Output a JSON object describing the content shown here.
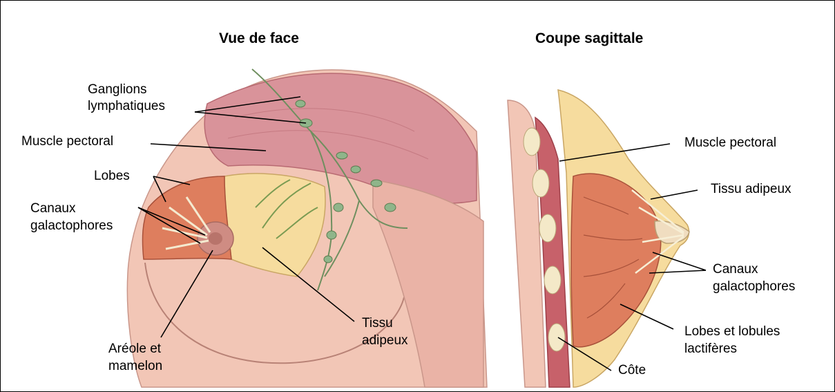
{
  "front_view": {
    "title": "Vue de face",
    "labels": {
      "ganglions_line1": "Ganglions",
      "ganglions_line2": "lymphatiques",
      "muscle": "Muscle pectoral",
      "lobes": "Lobes",
      "canaux_line1": "Canaux",
      "canaux_line2": "galactophores",
      "areole_line1": "Aréole et",
      "areole_line2": "mamelon",
      "tissu_line1": "Tissu",
      "tissu_line2": "adipeux"
    }
  },
  "sagittal_view": {
    "title": "Coupe sagittale",
    "labels": {
      "muscle": "Muscle pectoral",
      "tissu": "Tissu adipeux",
      "canaux_line1": "Canaux",
      "canaux_line2": "galactophores",
      "lobes_line1": "Lobes et lobules",
      "lobes_line2": "lactifères",
      "cote": "Côte"
    }
  },
  "colors": {
    "muscle": "#d9939a",
    "skin": "#f2c6b6",
    "fat": "#f6dc9e",
    "lobe": "#de7e5e",
    "lymph": "#8fb58a",
    "areola": "#cf8c83"
  }
}
